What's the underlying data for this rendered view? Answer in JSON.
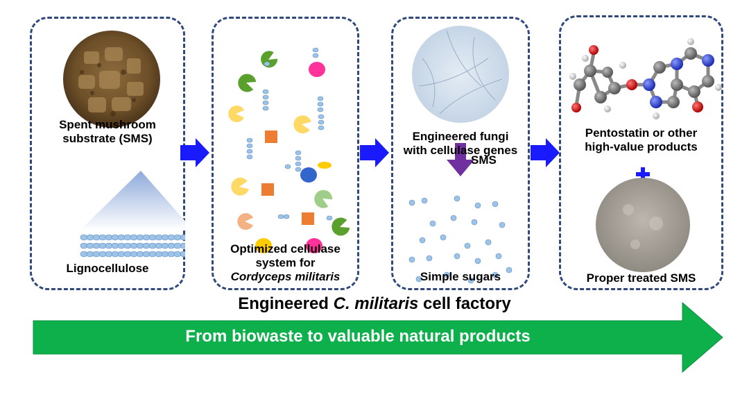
{
  "panel1": {
    "title_line1": "Spent mushroom",
    "title_line2": "substrate (SMS)",
    "bottom_label": "Lignocellulose"
  },
  "panel2": {
    "caption_line1": "Optimized cellulase",
    "caption_line2": "system for",
    "caption_line3": "Cordyceps militaris"
  },
  "panel3": {
    "title_line1": "Engineered fungi",
    "title_line2": "with cellulase genes",
    "arrow_label": "SMS",
    "bottom_label": "Simple sugars"
  },
  "panel4": {
    "title_line1": "Pentostatin or other",
    "title_line2": "high-value products",
    "plus": "+",
    "bottom_label": "Proper treated SMS"
  },
  "factory": {
    "prefix": "Engineered ",
    "italic": "C. militaris",
    "suffix": " cell factory"
  },
  "banner": {
    "text": "From biowaste to valuable natural products"
  },
  "colors": {
    "panel_border": "#2f4a7a",
    "flow_arrow": "#1a1aff",
    "banner_green": "#0db04b",
    "down_arrow": "#7030a0",
    "sugar_dot": "#9dc3e6"
  }
}
